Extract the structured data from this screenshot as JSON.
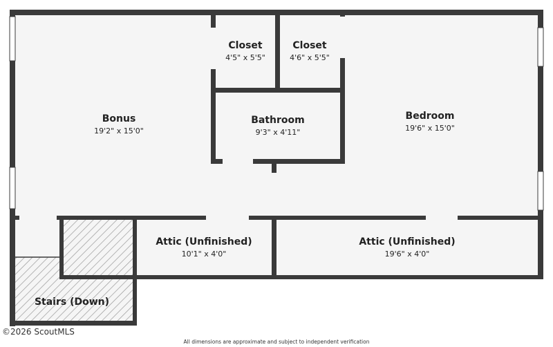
{
  "rooms": {
    "bonus": {
      "name": "Bonus",
      "dims": "19'2\" x 15'0\""
    },
    "closet1": {
      "name": "Closet",
      "dims": "4'5\" x 5'5\""
    },
    "closet2": {
      "name": "Closet",
      "dims": "4'6\" x 5'5\""
    },
    "bathroom": {
      "name": "Bathroom",
      "dims": "9'3\" x 4'11\""
    },
    "bedroom": {
      "name": "Bedroom",
      "dims": "19'6\" x 15'0\""
    },
    "attic1": {
      "name": "Attic (Unfinished)",
      "dims": "10'1\" x 4'0\""
    },
    "attic2": {
      "name": "Attic (Unfinished)",
      "dims": "19'6\" x 4'0\""
    },
    "stairs": {
      "name": "Stairs (Down)"
    }
  },
  "footer": {
    "copyright": "©2026 ScoutMLS",
    "disclaimer": "All dimensions are approximate and subject to independent verification"
  },
  "colors": {
    "wall": "#3a3a3a",
    "floor": "#f5f5f5",
    "hatch": "#9a9a9a"
  }
}
